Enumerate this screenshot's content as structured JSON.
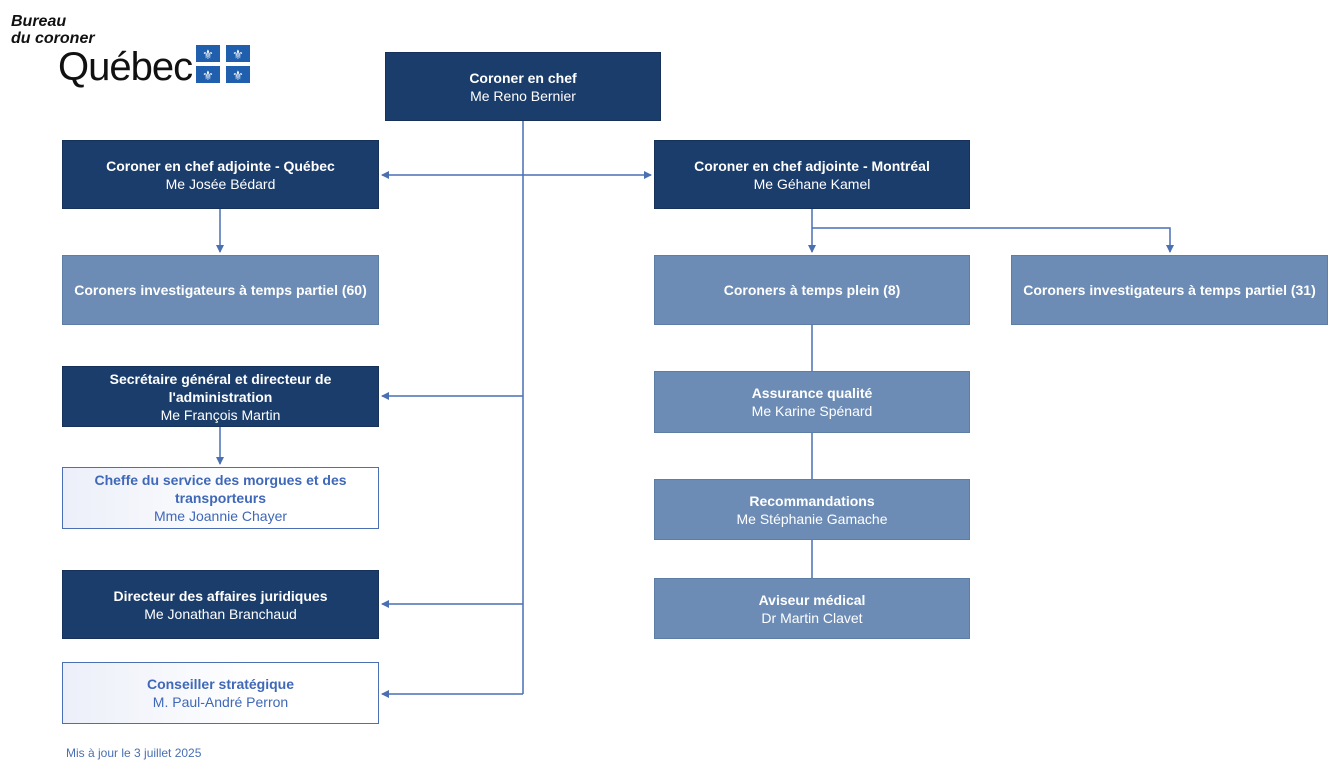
{
  "logo": {
    "line1": "Bureau",
    "line2": "du coroner",
    "wordmark": "Québec",
    "flag_icon": "fleur-de-lis-flag-icon",
    "flag_color": "#1f5fae"
  },
  "colors": {
    "dark_box": "#1b3d6b",
    "mid_box": "#6c8cb5",
    "light_box_border": "#4a6fb3",
    "connector": "#4a6fb3"
  },
  "boxes": {
    "chief": {
      "title": "Coroner en chef",
      "name": "Me Reno Bernier"
    },
    "deputy_quebec": {
      "title": "Coroner en chef adjointe - Québec",
      "name": "Me Josée Bédard"
    },
    "deputy_montreal": {
      "title": "Coroner en chef adjointe - Montréal",
      "name": "Me Géhane Kamel"
    },
    "investigators_quebec": {
      "title": "Coroners investigateurs à temps partiel (60)"
    },
    "fulltime_coroners": {
      "title": "Coroners à temps plein (8)"
    },
    "investigators_montreal": {
      "title": "Coroners investigateurs à temps partiel (31)"
    },
    "secretary_general": {
      "title": "Secrétaire général et directeur de l'administration",
      "name": "Me François Martin"
    },
    "morgues_chief": {
      "title": "Cheffe du service des morgues et des transporteurs",
      "name": "Mme Joannie Chayer"
    },
    "legal_director": {
      "title": "Directeur des affaires juridiques",
      "name": "Me Jonathan Branchaud"
    },
    "strategic_advisor": {
      "title": "Conseiller stratégique",
      "name": "M. Paul-André Perron"
    },
    "quality_assurance": {
      "title": "Assurance qualité",
      "name": "Me Karine Spénard"
    },
    "recommendations": {
      "title": "Recommandations",
      "name": "Me Stéphanie Gamache"
    },
    "medical_advisor": {
      "title": "Aviseur médical",
      "name": "Dr Martin Clavet"
    }
  },
  "footer": {
    "updated": "Mis à jour le 3 juillet 2025"
  }
}
